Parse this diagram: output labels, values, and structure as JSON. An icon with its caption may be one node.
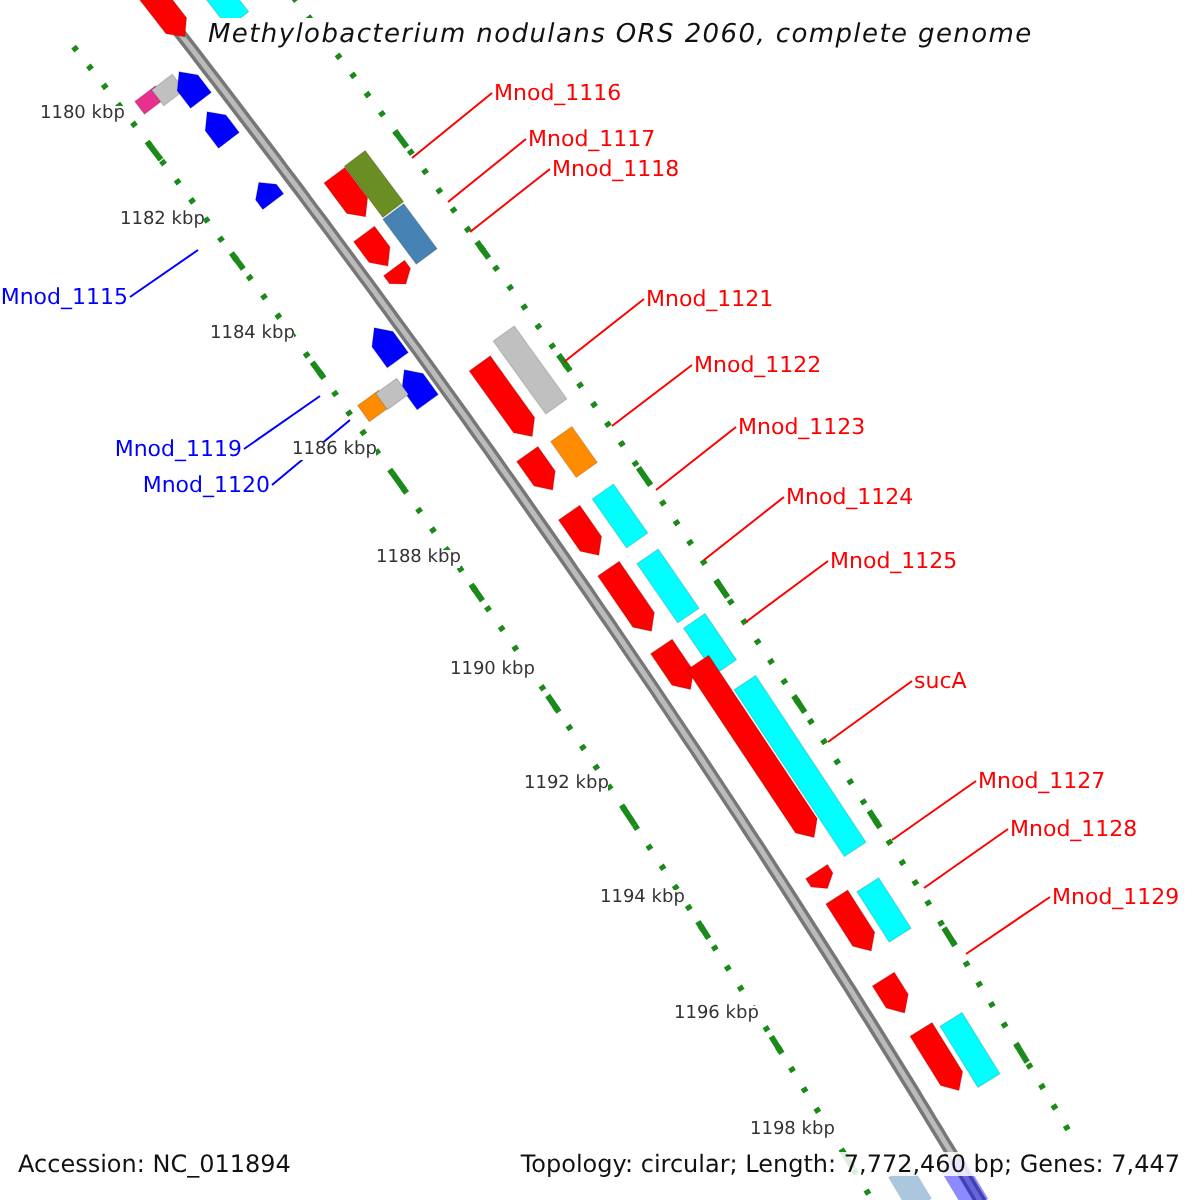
{
  "diagram": {
    "title": "Methylobacterium nodulans ORS 2060, complete genome",
    "nodes": [
      {
        "text": [
          "Mnod_1116"
        ]
      },
      {
        "text": [
          "Mnod_1117"
        ]
      },
      {
        "text": [
          "Mnod_1118"
        ]
      },
      {
        "text": [
          "Mnod_1115"
        ]
      },
      {
        "text": [
          "Mnod_1121"
        ]
      },
      {
        "text": [
          "Mnod_1122"
        ]
      },
      {
        "text": [
          "Mnod_1119"
        ]
      },
      {
        "text": [
          "Mnod_1123"
        ]
      },
      {
        "text": [
          "Mnod_1120"
        ]
      },
      {
        "text": [
          "Mnod_1124"
        ]
      },
      {
        "text": [
          "Mnod_1125"
        ]
      },
      {
        "text": [
          "sucA"
        ]
      },
      {
        "text": [
          "Mnod_1127"
        ]
      },
      {
        "text": [
          "Mnod_1128"
        ]
      },
      {
        "text": [
          "Mnod_1129"
        ]
      }
    ],
    "edges": [
      {
        "from": 0,
        "to": null,
        "arrow": "none"
      },
      {
        "from": 1,
        "to": null,
        "arrow": "none"
      },
      {
        "from": 2,
        "to": null,
        "arrow": "none"
      },
      {
        "from": 3,
        "to": null,
        "arrow": "none",
        "color": "#0000ff"
      },
      {
        "from": 4,
        "to": null,
        "arrow": "none"
      },
      {
        "from": 5,
        "to": null,
        "arrow": "none"
      },
      {
        "from": 6,
        "to": null,
        "arrow": "none",
        "color": "#0000ff"
      },
      {
        "from": 7,
        "to": null,
        "arrow": "none"
      },
      {
        "from": 8,
        "to": null,
        "arrow": "none",
        "color": "#0000ff"
      },
      {
        "from": 9,
        "to": null,
        "arrow": "none"
      },
      {
        "from": 10,
        "to": null,
        "arrow": "none"
      },
      {
        "from": 11,
        "to": null,
        "arrow": "none"
      },
      {
        "from": 12,
        "to": null,
        "arrow": "none"
      },
      {
        "from": 13,
        "to": null,
        "arrow": "none"
      },
      {
        "from": 14,
        "to": null,
        "arrow": "none"
      }
    ],
    "labels": [
      "1180 kbp",
      "1182 kbp",
      "1184 kbp",
      "1186 kbp",
      "1188 kbp",
      "1190 kbp",
      "1192 kbp",
      "1194 kbp",
      "1196 kbp",
      "1198 kbp",
      "Accession: NC_011894",
      "Topology: circular; Length: 7,772,460 bp; Genes: 7,447"
    ]
  }
}
